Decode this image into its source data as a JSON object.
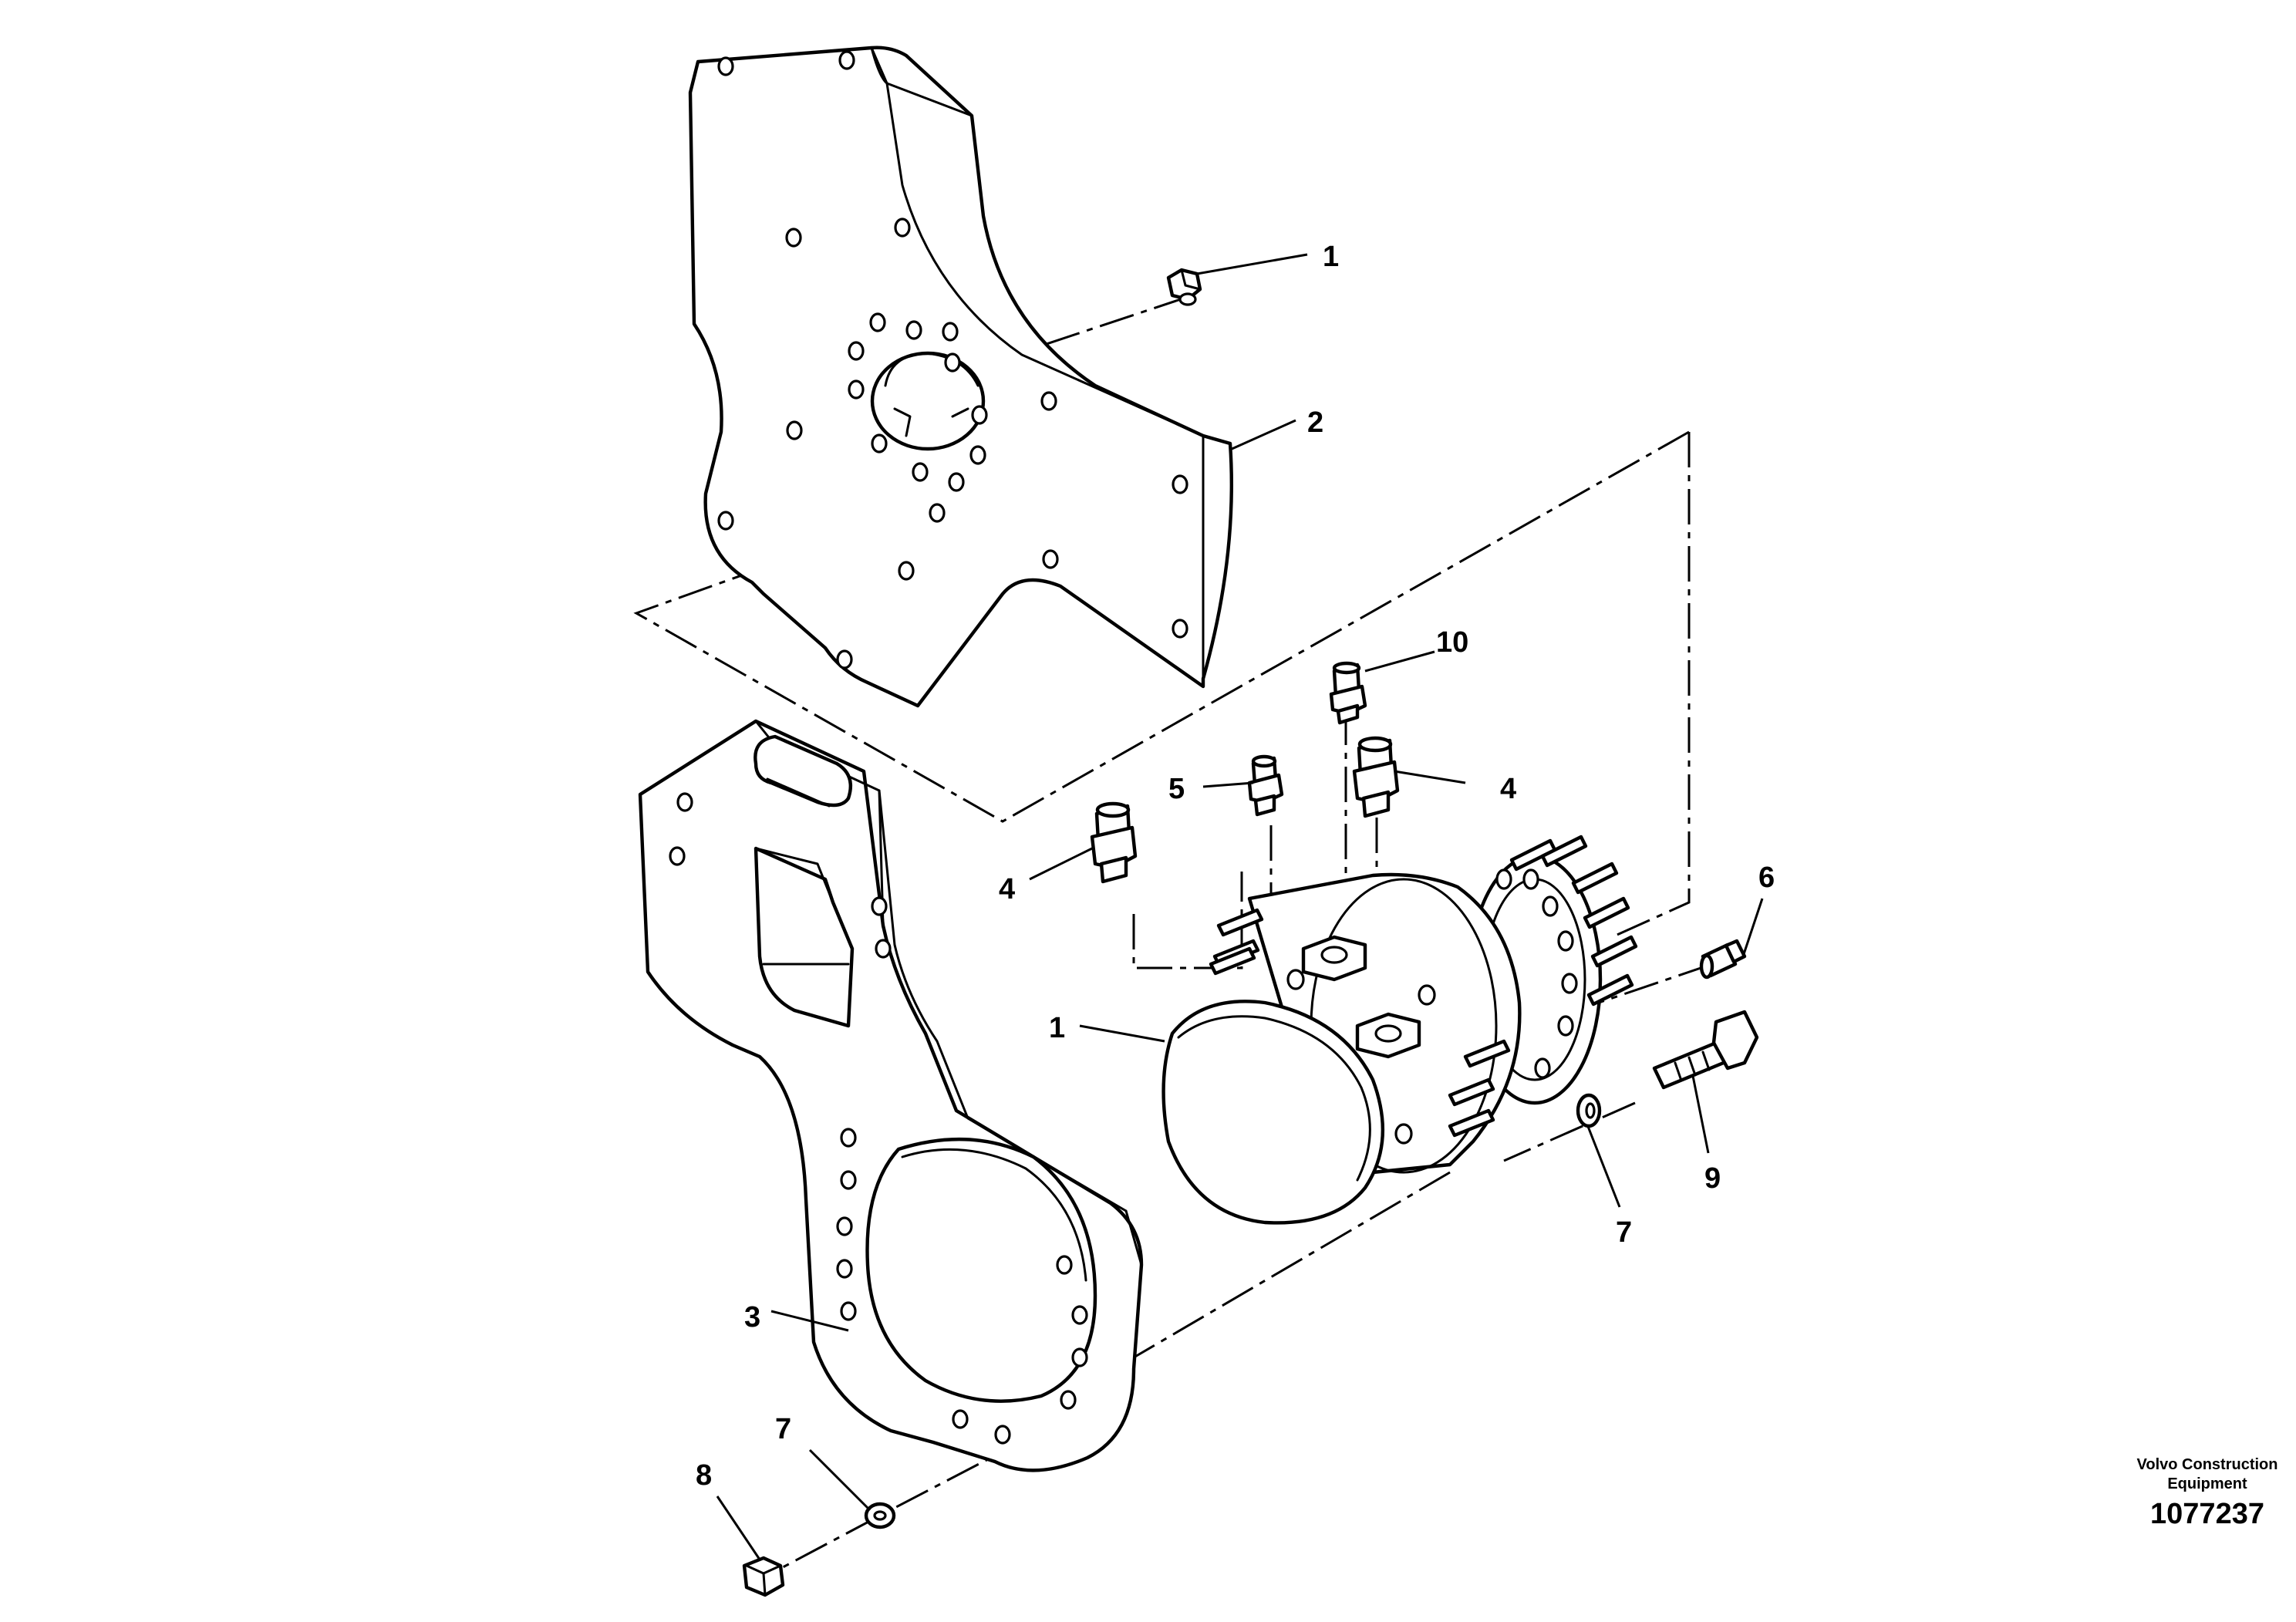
{
  "callouts": {
    "c1_top": "1",
    "c2": "2",
    "c10": "10",
    "c5": "5",
    "c4_right": "4",
    "c4_left": "4",
    "c6": "6",
    "c1_mid": "1",
    "c9": "9",
    "c7_right": "7",
    "c3": "3",
    "c7_bottom": "7",
    "c8": "8"
  },
  "footer": {
    "brand_line1": "Volvo Construction",
    "brand_line2": "Equipment",
    "doc_number": "1077237"
  }
}
